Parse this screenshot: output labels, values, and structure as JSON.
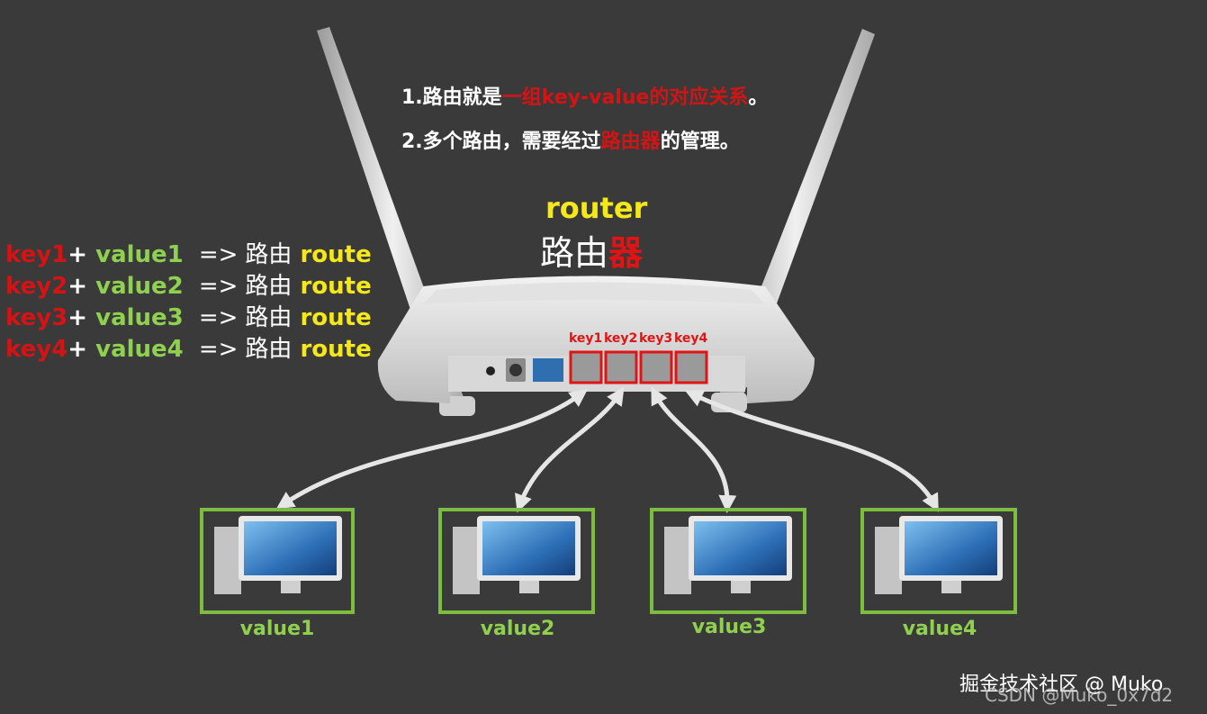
{
  "header": {
    "line1": {
      "prefix": "1.路由就是",
      "highlight": "一组key-value的对应关系",
      "suffix": "。"
    },
    "line2": {
      "prefix": "2.多个路由，需要经过",
      "highlight": "路由器",
      "suffix": "的管理。"
    }
  },
  "router": {
    "title": "router",
    "cn_prefix": "路由",
    "cn_highlight": "器"
  },
  "mappings": [
    {
      "key": "key1",
      "plus": "+",
      "value": "value1",
      "arrow": "=>",
      "cn": "路由",
      "route": "route"
    },
    {
      "key": "key2",
      "plus": "+",
      "value": "value2",
      "arrow": "=>",
      "cn": "路由",
      "route": "route"
    },
    {
      "key": "key3",
      "plus": "+",
      "value": "value3",
      "arrow": "=>",
      "cn": "路由",
      "route": "route"
    },
    {
      "key": "key4",
      "plus": "+",
      "value": "value4",
      "arrow": "=>",
      "cn": "路由",
      "route": "route"
    }
  ],
  "ports": [
    "key1",
    "key2",
    "key3",
    "key4"
  ],
  "computers": [
    {
      "label": "value1"
    },
    {
      "label": "value2"
    },
    {
      "label": "value3"
    },
    {
      "label": "value4"
    }
  ],
  "watermark": {
    "line1": "掘金技术社区 @ Muko",
    "line2": "CSDN @Muko_0x7d2"
  },
  "colors": {
    "background": "#3a3a3a",
    "key_red": "#d41414",
    "value_green": "#8fd14f",
    "route_yellow": "#f4e81a",
    "frame_green": "#7cbd3f"
  },
  "icons": [
    "router-icon",
    "antenna-icon",
    "computer-icon",
    "arrow-icon"
  ]
}
